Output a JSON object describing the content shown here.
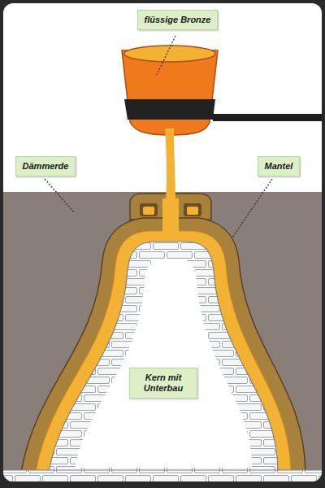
{
  "diagram": {
    "nodes": [
      {
        "text": [
          "flüssige Bronze"
        ]
      },
      {
        "text": [
          "Dämmerde"
        ]
      },
      {
        "text": [
          "Mantel"
        ]
      },
      {
        "text": [
          "Kern mit Unterbau"
        ]
      }
    ]
  }
}
